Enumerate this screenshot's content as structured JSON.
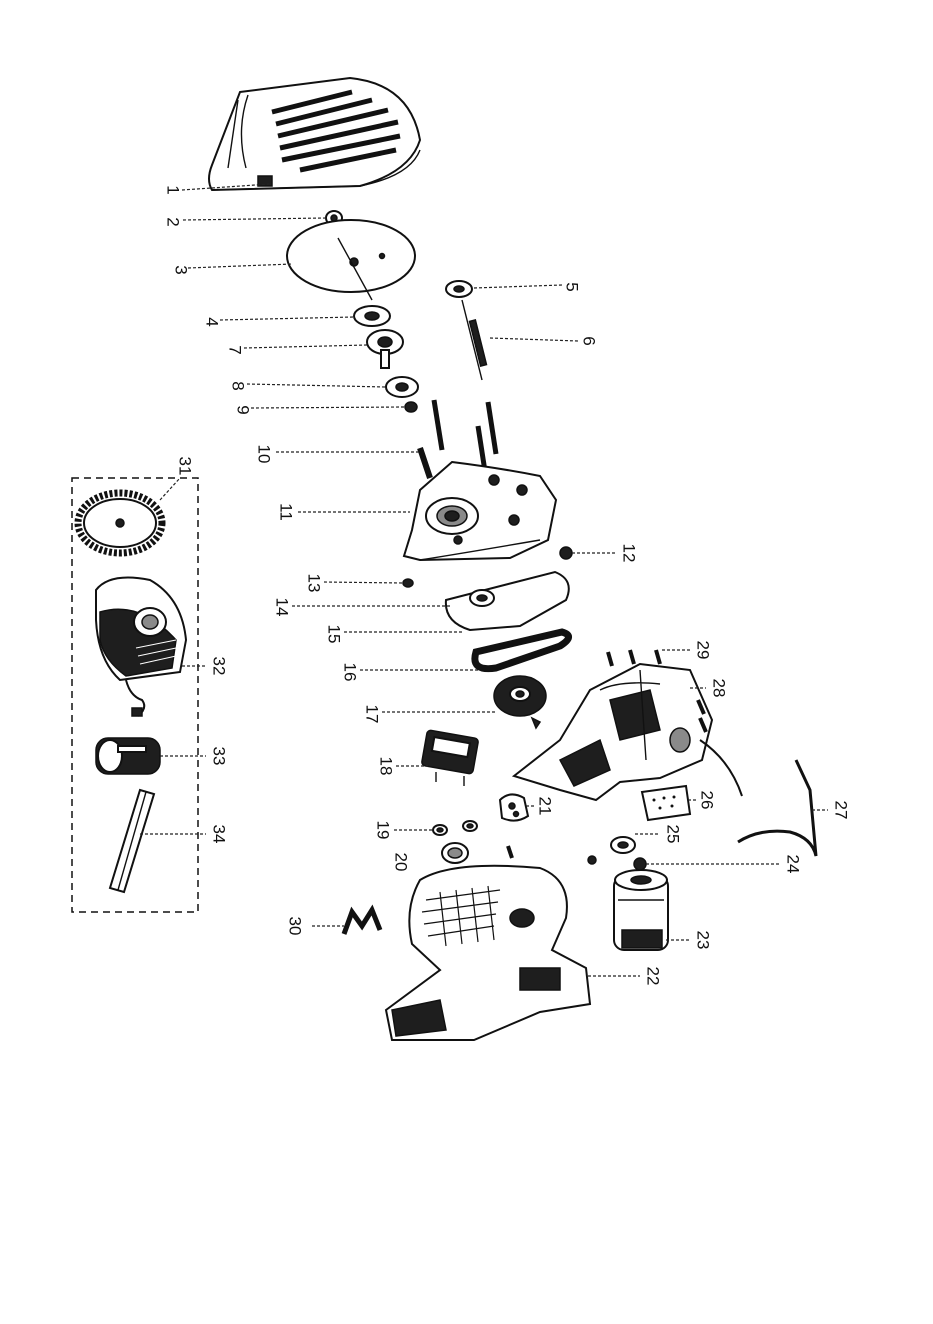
{
  "callouts": [
    {
      "id": "1",
      "label": "1"
    },
    {
      "id": "2",
      "label": "2"
    },
    {
      "id": "3",
      "label": "3"
    },
    {
      "id": "4",
      "label": "4"
    },
    {
      "id": "5",
      "label": "5"
    },
    {
      "id": "6",
      "label": "6"
    },
    {
      "id": "7",
      "label": "7"
    },
    {
      "id": "8",
      "label": "8"
    },
    {
      "id": "9",
      "label": "9"
    },
    {
      "id": "10",
      "label": "10"
    },
    {
      "id": "11",
      "label": "11"
    },
    {
      "id": "12",
      "label": "12"
    },
    {
      "id": "13",
      "label": "13"
    },
    {
      "id": "14",
      "label": "14"
    },
    {
      "id": "15",
      "label": "15"
    },
    {
      "id": "16",
      "label": "16"
    },
    {
      "id": "17",
      "label": "17"
    },
    {
      "id": "18",
      "label": "18"
    },
    {
      "id": "19",
      "label": "19"
    },
    {
      "id": "20",
      "label": "20"
    },
    {
      "id": "21",
      "label": "21"
    },
    {
      "id": "22",
      "label": "22"
    },
    {
      "id": "23",
      "label": "23"
    },
    {
      "id": "24",
      "label": "24"
    },
    {
      "id": "25",
      "label": "25"
    },
    {
      "id": "26",
      "label": "26"
    },
    {
      "id": "27",
      "label": "27"
    },
    {
      "id": "28",
      "label": "28"
    },
    {
      "id": "29",
      "label": "29"
    },
    {
      "id": "30",
      "label": "30"
    },
    {
      "id": "31",
      "label": "31"
    },
    {
      "id": "32",
      "label": "32"
    },
    {
      "id": "33",
      "label": "33"
    },
    {
      "id": "34",
      "label": "34"
    }
  ],
  "colors": {
    "line": "#111111",
    "fill": "#ffffff",
    "dark": "#1e1e1e"
  }
}
